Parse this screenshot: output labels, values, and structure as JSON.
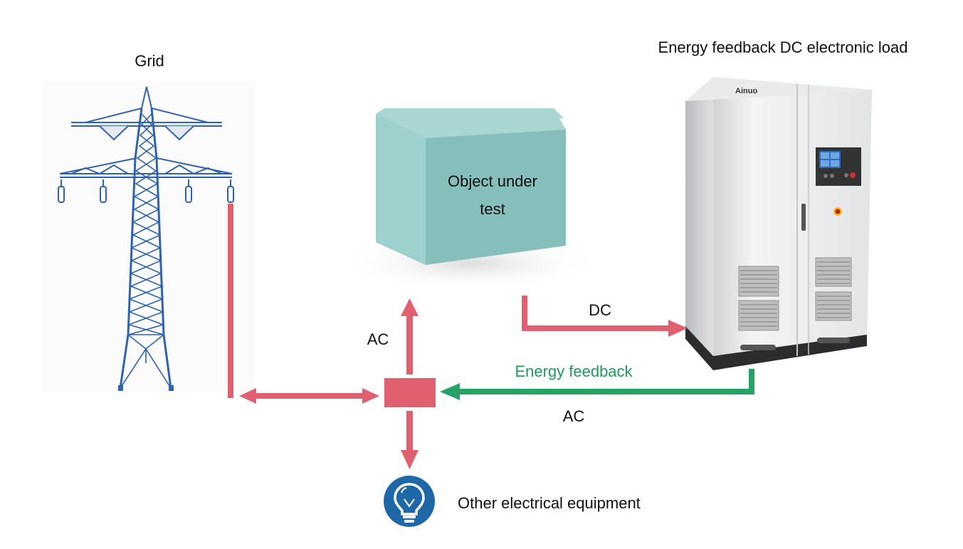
{
  "labels": {
    "grid": "Grid",
    "load": "Energy feedback DC electronic load",
    "object_line1": "Object under",
    "object_line2": "test",
    "dc": "DC",
    "ac_vertical": "AC",
    "energy_feedback": "Energy feedback",
    "ac_feedback": "AC",
    "other_equipment": "Other electrical equipment",
    "cabinet_brand": "Ainuo"
  },
  "colors": {
    "power_line": "#e06070",
    "feedback_line": "#25a265",
    "feedback_text": "#1f9a5a",
    "tower": "#2f63ad",
    "object_box": "#8cc4c2",
    "bulb_circle": "#1f68a8"
  },
  "icons": {
    "tower": "transmission-tower-icon",
    "bulb": "light-bulb-icon",
    "cabinet": "electronic-load-cabinet-icon"
  }
}
